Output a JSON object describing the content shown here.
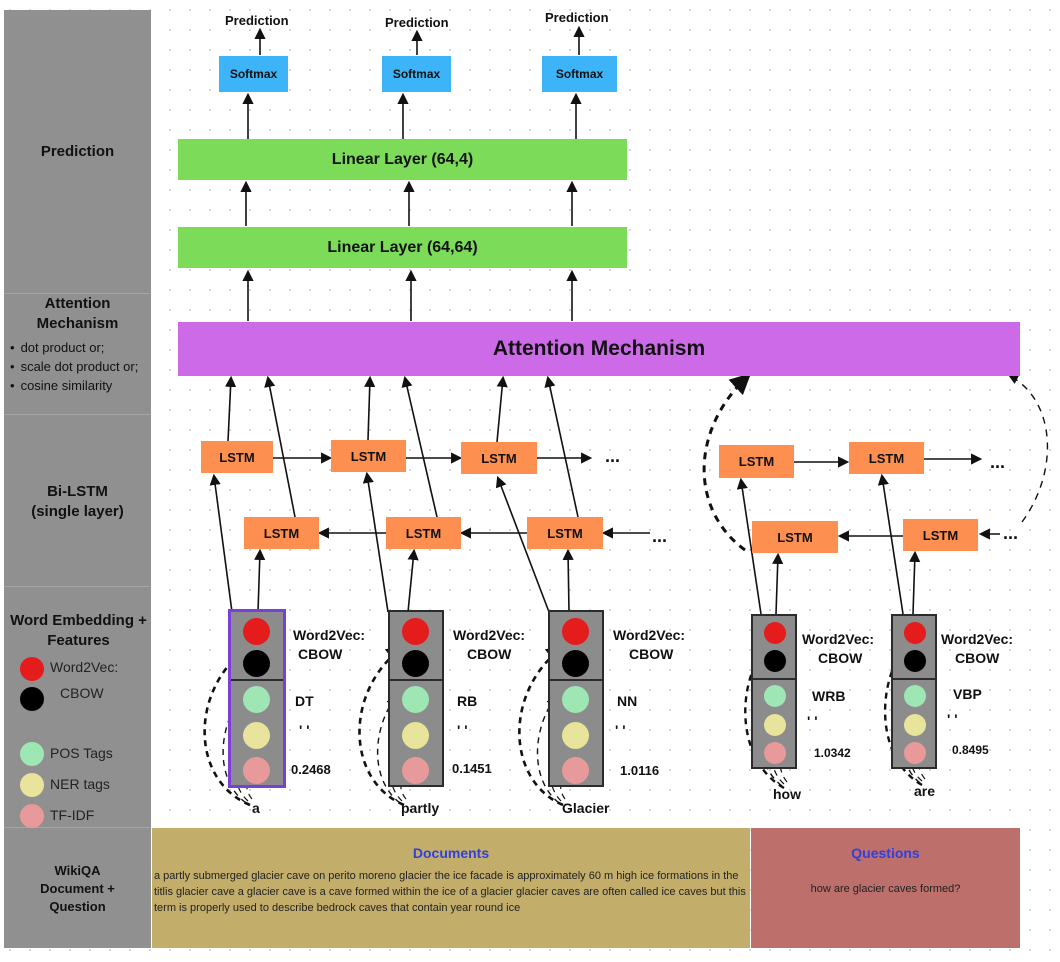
{
  "sidebar": {
    "prediction": "Prediction",
    "attention_title": "Attention Mechanism",
    "attention_bullets": [
      "dot product or;",
      "scale dot product or;",
      "cosine similarity"
    ],
    "bilstm_line1": "Bi-LSTM",
    "bilstm_line2": "(single layer)",
    "embedding_title": "Word Embedding + Features",
    "legend": [
      {
        "label": "Word2Vec:",
        "color": "#e41c1c"
      },
      {
        "label": "CBOW",
        "color": "#000000"
      },
      {
        "label": "POS Tags",
        "color": "#9ee6b4"
      },
      {
        "label": "NER tags",
        "color": "#e8e49c"
      },
      {
        "label": "TF-IDF",
        "color": "#e89a9a"
      }
    ],
    "dataset_title": "WikiQA Document + Question"
  },
  "diagram": {
    "prediction_label": "Prediction",
    "softmax_label": "Softmax",
    "linear1": "Linear Layer (64,4)",
    "linear2": "Linear Layer (64,64)",
    "attention": "Attention Mechanism",
    "lstm_label": "LSTM",
    "ellipsis": "...",
    "w2v_label": "Word2Vec:",
    "cbow_label": "CBOW",
    "quote": "' '",
    "tokens": [
      {
        "word": "a",
        "pos": "DT",
        "tfidf": "0.2468"
      },
      {
        "word": "partly",
        "pos": "RB",
        "tfidf": "0.1451"
      },
      {
        "word": "Glacier",
        "pos": "NN",
        "tfidf": "1.0116"
      },
      {
        "word": "how",
        "pos": "WRB",
        "tfidf": "1.0342"
      },
      {
        "word": "are",
        "pos": "VBP",
        "tfidf": "0.8495"
      }
    ]
  },
  "documents": {
    "title": "Documents",
    "text": "a partly submerged glacier cave on perito moreno glacier   the ice facade is approximately 60 m high ice formations in the titlis glacier cave a glacier cave is a cave formed within the ice of a glacier   glacier caves are often called ice caves but this term is properly used to describe bedrock caves that contain year round ice"
  },
  "questions": {
    "title": "Questions",
    "text": "how are glacier caves formed?"
  },
  "colors": {
    "sidebar": "#909090",
    "softmax": "#3db4f7",
    "linear": "#7cdc5a",
    "attention": "#cd6ae8",
    "lstm": "#fd9050",
    "documents_panel": "#c3ad6a",
    "questions_panel": "#bd6f6b",
    "panel_title": "#2f3fe0"
  }
}
